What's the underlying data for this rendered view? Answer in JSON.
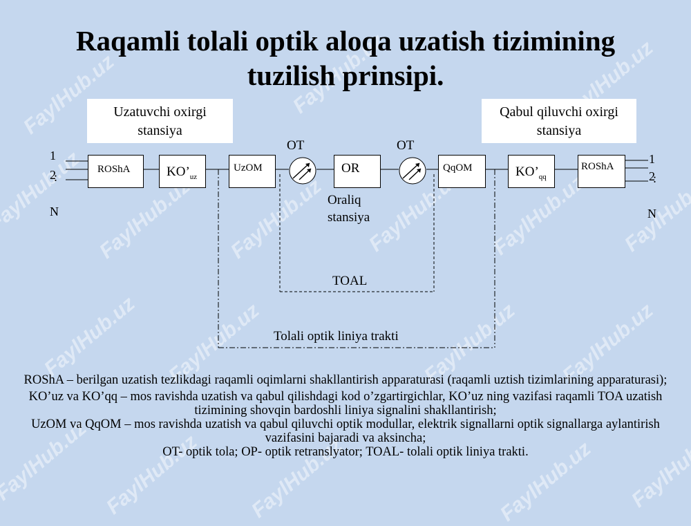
{
  "title": {
    "line1": "Raqamli tolali optik aloqa uzatish tizimining",
    "line2": "tuzilish prinsipi."
  },
  "stations": {
    "transmit": {
      "line1": "Uzatuvchi oxirgi",
      "line2": "stansiya"
    },
    "receive": {
      "line1": "Qabul qiluvchi oxirgi",
      "line2": "stansiya"
    },
    "intermediate": {
      "line1": "Oraliq",
      "line2": "stansiya"
    }
  },
  "blocks": {
    "rosha_left": "ROShA",
    "ko_uz": {
      "main": "KO’",
      "sub": "uz"
    },
    "uzom": "UzOM",
    "or": "OR",
    "qqom": "QqOM",
    "ko_qq": {
      "main": "KO’",
      "sub": "qq"
    },
    "rosha_right": "ROShA"
  },
  "fiber_labels": [
    "OT",
    "OT"
  ],
  "channels": {
    "left": [
      "1",
      "2",
      ":",
      "N"
    ],
    "right": [
      "1",
      "2",
      ":",
      "N"
    ]
  },
  "tracts": {
    "toal": "TOAL",
    "line_tract": "Tolali optik liniya trakti"
  },
  "description": [
    "ROShA – berilgan uzatish tezlikdagi raqamli oqimlarni shakllantirish apparaturasi (raqamli uztish tizimlarining apparaturasi);",
    "KO’uz va KO’qq  – mos ravishda uzatish va qabul qilishdagi kod o’zgartirgichlar, KO’uz ning vazifasi raqamli TOA uzatish tizimining shovqin bardoshli liniya signalini shakllantirish;",
    "UzOM va QqOM – mos ravishda uzatish va qabul qiluvchi optik modullar, elektrik signallarni optik signallarga aylantirish vazifasini bajaradi va aksincha;",
    "OT- optik tola; OP- optik retranslyator; TOAL- tolali optik liniya trakti."
  ],
  "watermark": "FaylHub.uz",
  "colors": {
    "background": "#c5d7ee",
    "box": "#ffffff",
    "line": "#000000"
  }
}
